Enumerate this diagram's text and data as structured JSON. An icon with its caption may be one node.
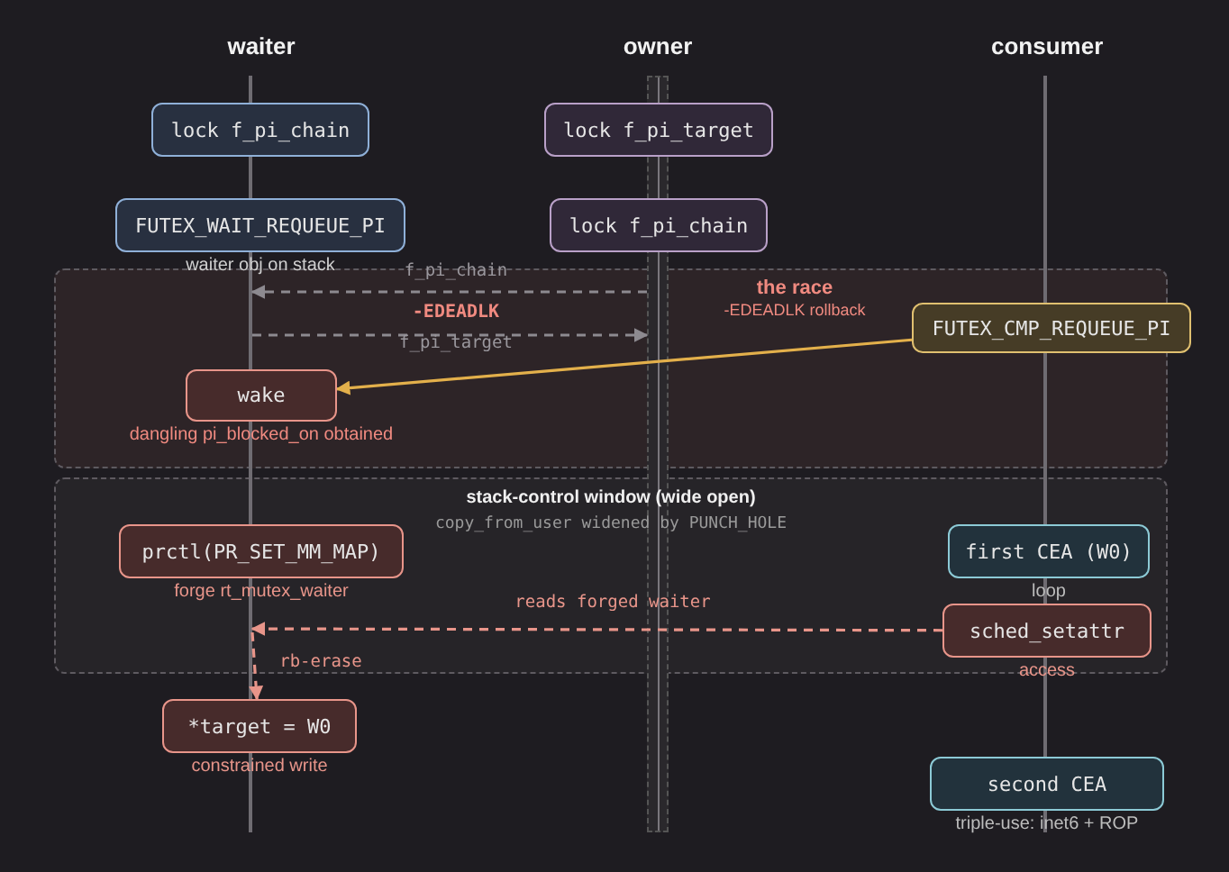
{
  "diagram": {
    "nodes": [
      {
        "text": [
          "waiter"
        ]
      },
      {
        "text": [
          "owner"
        ]
      },
      {
        "text": [
          "consumer"
        ]
      },
      {
        "text": [],
        "shape": "bar"
      },
      {
        "text": [],
        "shape": "bar"
      },
      {
        "text": [],
        "shape": "bar"
      },
      {
        "text": [
          "lock f_pi_chain"
        ]
      },
      {
        "text": [
          "lock f_pi_target"
        ]
      },
      {
        "text": [
          "FUTEX_WAIT_REQUEUE_PI"
        ],
        "beside": [
          "waiter obj on stack"
        ]
      },
      {
        "text": [
          "lock f_pi_chain"
        ]
      },
      {
        "text": [
          "the race",
          "-EDEADLK rollback"
        ]
      },
      {
        "text": [
          "FUTEX_CMP_REQUEUE_PI"
        ],
        "in": 10
      },
      {
        "text": [
          "wake"
        ],
        "in": 10,
        "beside": [
          "dangling pi_blocked_on obtained"
        ]
      },
      {
        "text": [
          "stack-control window (wide open)",
          "copy_from_user widened by PUNCH_HOLE"
        ]
      },
      {
        "text": [
          "prctl(PR_SET_MM_MAP)"
        ],
        "in": 13,
        "beside": [
          "forge rt_mutex_waiter"
        ]
      },
      {
        "text": [
          "first CEA (W0)"
        ],
        "in": 13,
        "beside": [
          "loop"
        ]
      },
      {
        "text": [
          "sched_setattr"
        ],
        "in": 13,
        "beside": [
          "access"
        ]
      },
      {
        "text": [
          "*target = W0"
        ],
        "beside": [
          "constrained write"
        ]
      },
      {
        "text": [
          "second CEA"
        ],
        "beside": [
          "triple-use: inet6 + ROP"
        ]
      }
    ],
    "edges": [
      {
        "from": 4,
        "to": 3,
        "arrow": "to",
        "label": "f_pi_chain",
        "style": "dashed"
      },
      {
        "from": 3,
        "to": 4,
        "arrow": "to",
        "label": "f_pi_target",
        "style": "dashed"
      },
      {
        "from": 11,
        "to": 12,
        "arrow": "to",
        "color": "#e3b04b"
      },
      {
        "from": 16,
        "to": 3,
        "arrow": "to",
        "label": "reads forged waiter",
        "style": "dashed",
        "color": "#e8958a"
      },
      {
        "from": 3,
        "to": 17,
        "arrow": "to",
        "label": "rb-erase",
        "style": "dashed",
        "color": "#e8958a"
      }
    ],
    "labels": [
      "-EDEADLK"
    ]
  }
}
